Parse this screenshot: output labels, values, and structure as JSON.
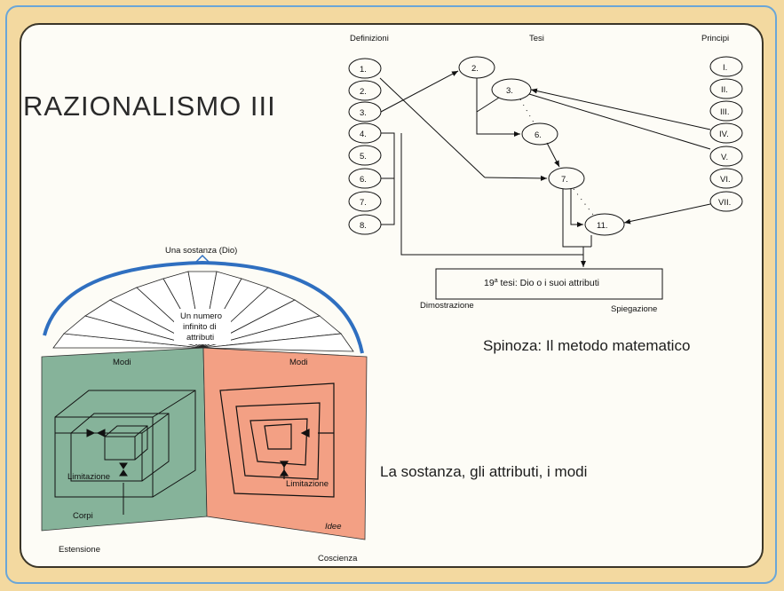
{
  "slide": {
    "title": "RAZIONALISMO III",
    "caption_method": "Spinoza: Il metodo matematico",
    "caption_substance": "La sostanza, gli attributi, i modi"
  },
  "flow_diagram": {
    "col_definizioni": "Definizioni",
    "col_tesi": "Tesi",
    "col_principi": "Principi",
    "definitions": [
      "1.",
      "2.",
      "3.",
      "4.",
      "5.",
      "6.",
      "7.",
      "8."
    ],
    "theses": [
      "2.",
      "3.",
      "6.",
      "7.",
      "11."
    ],
    "principles": [
      "I.",
      "II.",
      "III.",
      "IV.",
      "V.",
      "VI.",
      "VII."
    ],
    "result_sup": "a",
    "result_num": "19",
    "result_text": " tesi: Dio o i suoi attributi",
    "label_dimostrazione": "Dimostrazione",
    "label_spiegazione": "Spiegazione"
  },
  "substance_figure": {
    "top_label": "Una sostanza (Dio)",
    "attr_line1": "Un numero",
    "attr_line2": "infinito di",
    "attr_line3": "attributi",
    "left_modi": "Modi",
    "right_modi": "Modi",
    "left_limit": "Limitazione",
    "right_limit": "Limitazione",
    "corpi": "Corpi",
    "idee": "Idee",
    "estensione": "Estensione",
    "coscienza": "Coscienza",
    "left_panel_color": "#86b39a",
    "right_panel_color": "#f3a084"
  }
}
